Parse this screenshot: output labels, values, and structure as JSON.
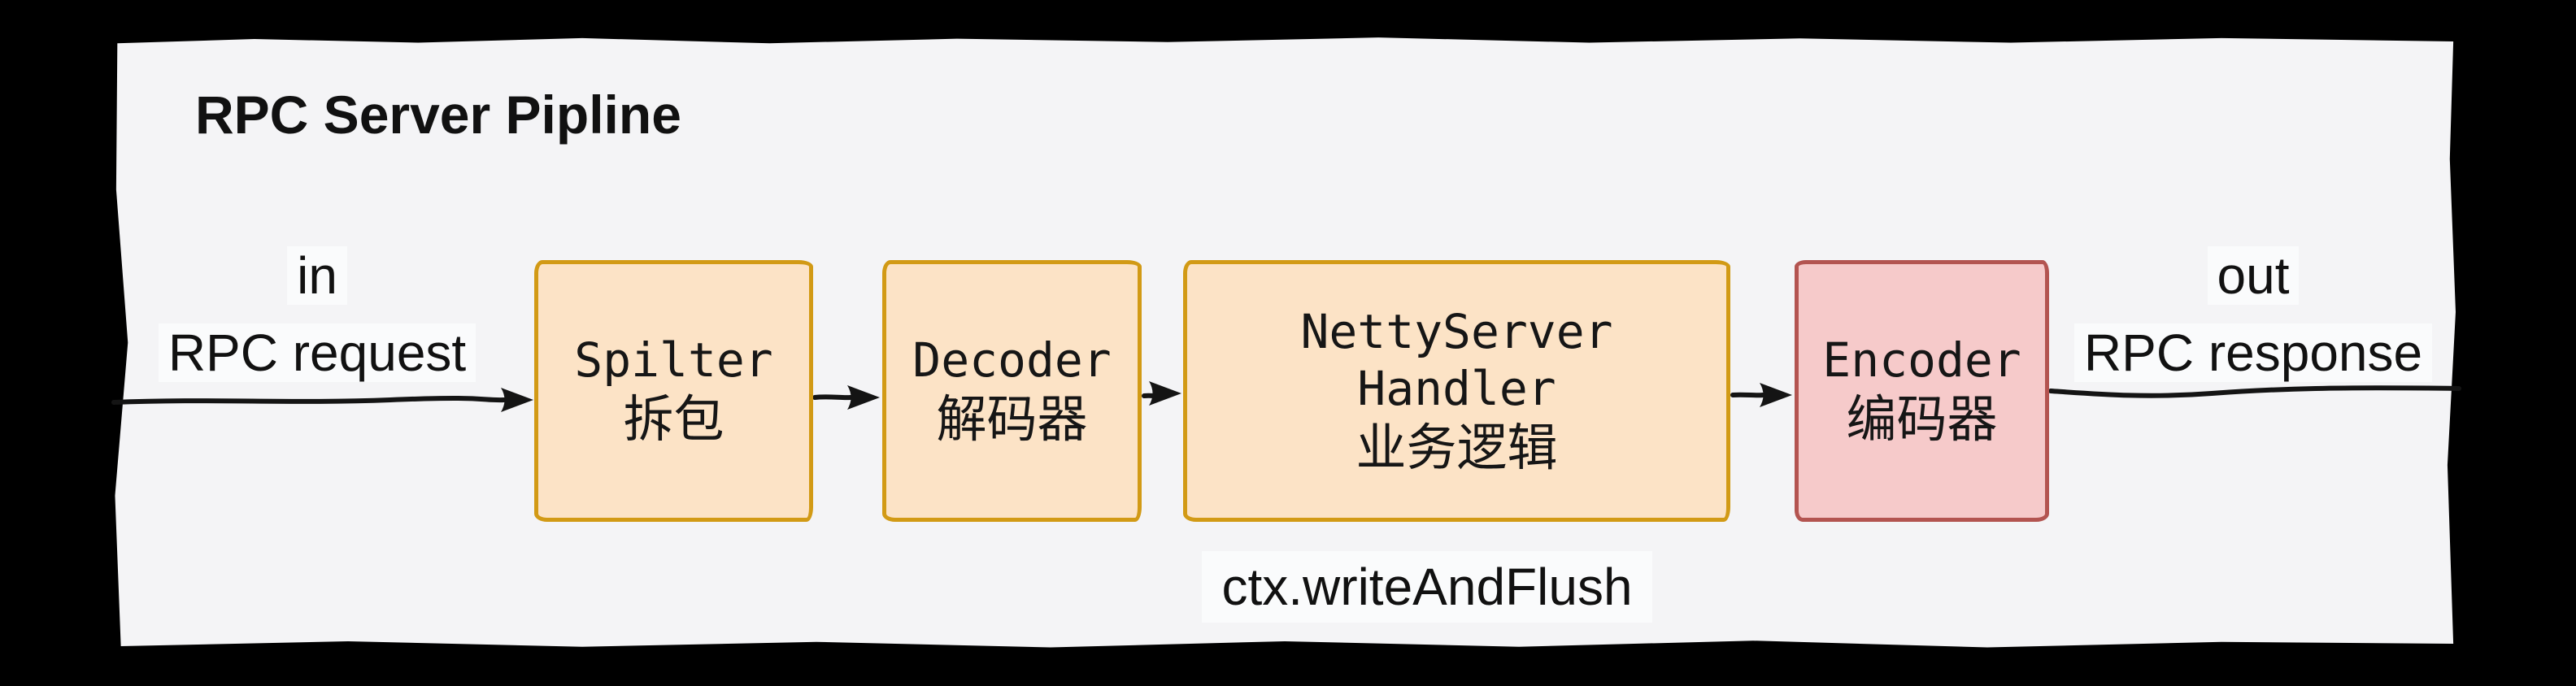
{
  "title": "RPC Server Pipline",
  "colors": {
    "frame": "#000000",
    "panel": "#f4f4f6",
    "label_background": "#fafbfc",
    "ink": "#141414",
    "amber_stroke": "#d29a15",
    "amber_fill": "#fce3c6",
    "red_stroke": "#b35450",
    "red_fill": "#f6caca"
  },
  "flow": {
    "input": {
      "line1": "in",
      "line2": "RPC request"
    },
    "output": {
      "line1": "out",
      "line2": "RPC response"
    },
    "callback": "ctx.writeAndFlush",
    "nodes": [
      {
        "title": "Spilter",
        "subtitle": "拆包",
        "stroke": "#d29a15",
        "fill": "#fce3c6"
      },
      {
        "title": "Decoder",
        "subtitle": "解码器",
        "stroke": "#d29a15",
        "fill": "#fce3c6"
      },
      {
        "title": "NettyServer",
        "title2": "Handler",
        "subtitle": "业务逻辑",
        "stroke": "#d29a15",
        "fill": "#fce3c6"
      },
      {
        "title": "Encoder",
        "subtitle": "编码器",
        "stroke": "#b35450",
        "fill": "#f6caca"
      }
    ],
    "arrows": [
      {
        "from": "in",
        "to": "Spilter"
      },
      {
        "from": "Spilter",
        "to": "Decoder"
      },
      {
        "from": "Decoder",
        "to": "NettyServer Handler"
      },
      {
        "from": "NettyServer Handler",
        "to": "Encoder"
      },
      {
        "from": "Encoder",
        "to": "out"
      }
    ]
  }
}
